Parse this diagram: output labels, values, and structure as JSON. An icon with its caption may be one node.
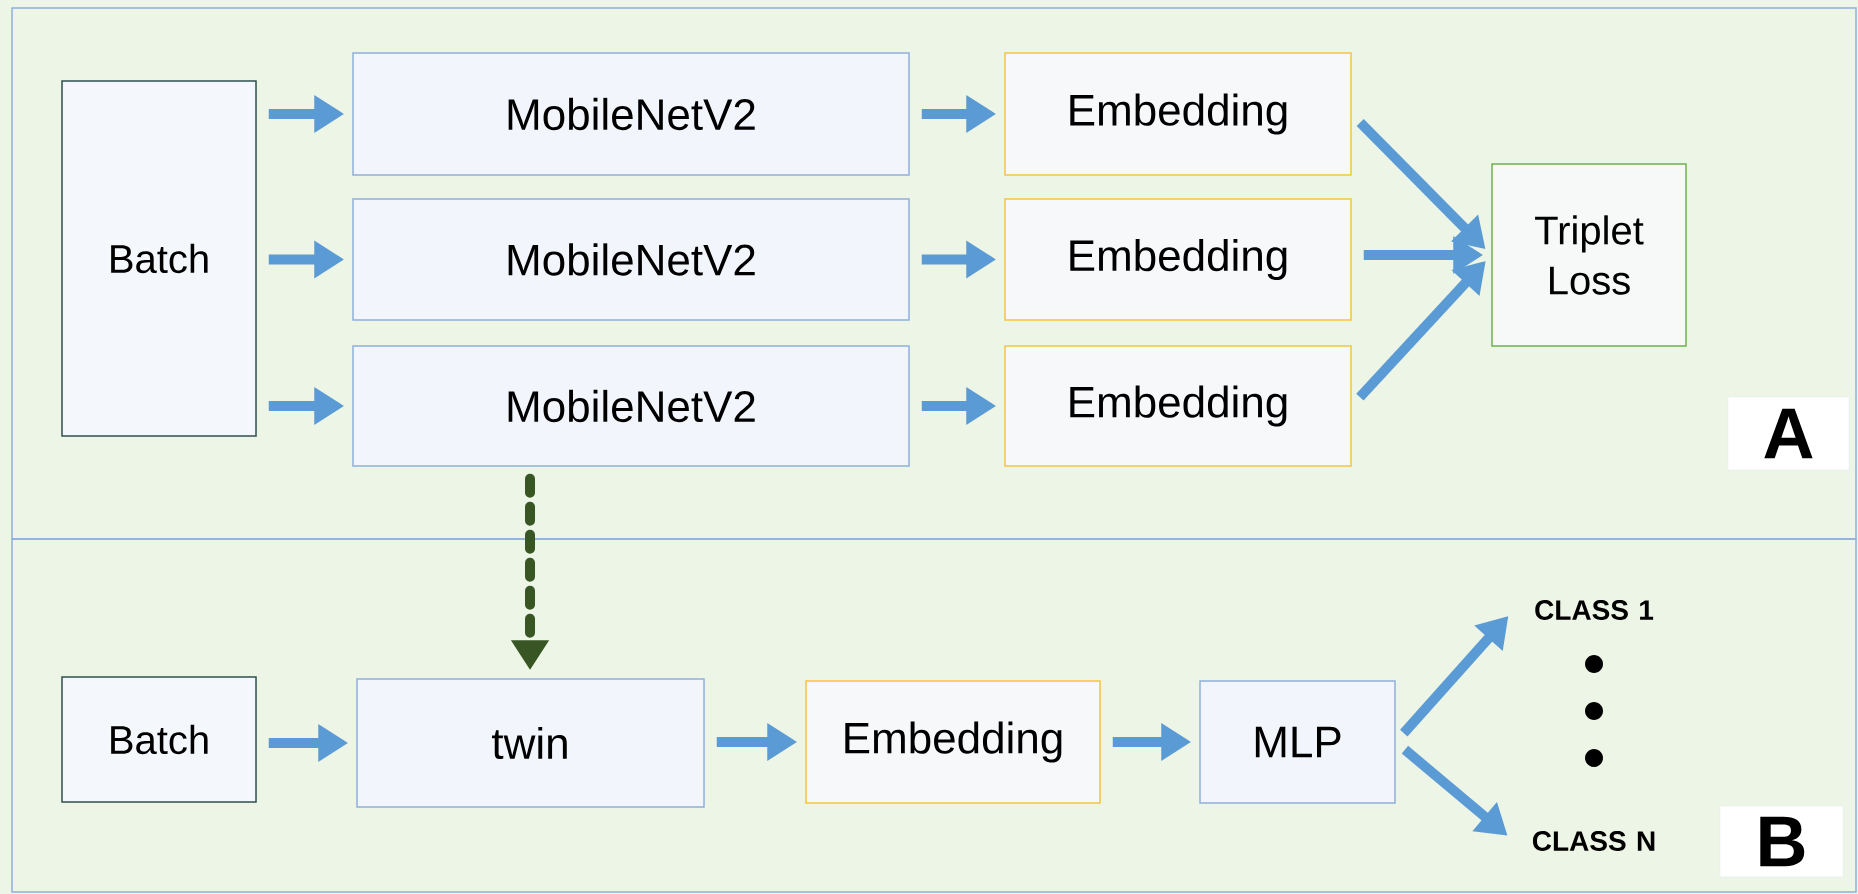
{
  "diagram": {
    "nodes": [
      {
        "text": [
          "Batch"
        ]
      },
      {
        "text": [
          "MobileNetV2"
        ]
      },
      {
        "text": [
          "MobileNetV2"
        ]
      },
      {
        "text": [
          "MobileNetV2"
        ]
      },
      {
        "text": [
          "Embedding"
        ]
      },
      {
        "text": [
          "Embedding"
        ]
      },
      {
        "text": [
          "Embedding"
        ]
      },
      {
        "text": [
          "Triplet Loss"
        ]
      },
      {
        "text": [
          "Batch"
        ]
      },
      {
        "text": [
          "twin"
        ]
      },
      {
        "text": [
          "Embedding"
        ]
      },
      {
        "text": [
          "MLP"
        ]
      },
      {
        "text": [
          "CLASS 1"
        ]
      },
      {
        "text": [
          "CLASS N"
        ]
      }
    ],
    "edges": [
      {
        "from": 0,
        "to": 1,
        "arrow": "to"
      },
      {
        "from": 0,
        "to": 2,
        "arrow": "to"
      },
      {
        "from": 0,
        "to": 3,
        "arrow": "to"
      },
      {
        "from": 1,
        "to": 4,
        "arrow": "to"
      },
      {
        "from": 2,
        "to": 5,
        "arrow": "to"
      },
      {
        "from": 3,
        "to": 6,
        "arrow": "to"
      },
      {
        "from": 4,
        "to": 7,
        "arrow": "to"
      },
      {
        "from": 5,
        "to": 7,
        "arrow": "to"
      },
      {
        "from": 6,
        "to": 7,
        "arrow": "to"
      },
      {
        "from": 3,
        "to": 9,
        "arrow": "to",
        "style": "dashed",
        "color": "#375623"
      },
      {
        "from": 8,
        "to": 9,
        "arrow": "to"
      },
      {
        "from": 9,
        "to": 10,
        "arrow": "to"
      },
      {
        "from": 10,
        "to": 11,
        "arrow": "to"
      },
      {
        "from": 11,
        "to": 12,
        "arrow": "to"
      },
      {
        "from": 11,
        "to": 13,
        "arrow": "to"
      }
    ],
    "labels": [
      "A",
      "B"
    ]
  }
}
